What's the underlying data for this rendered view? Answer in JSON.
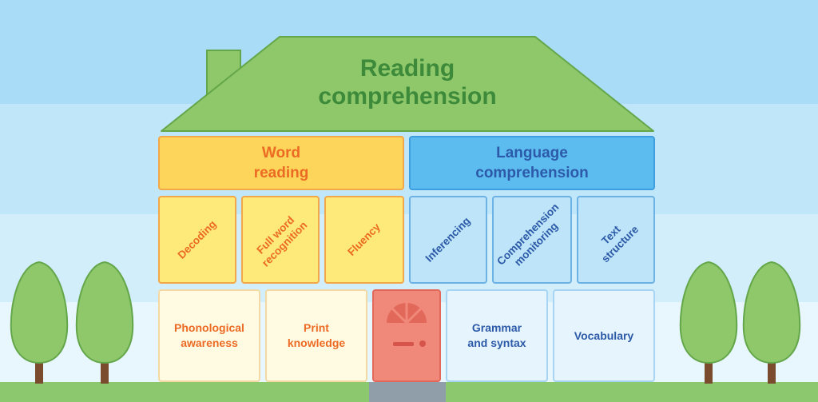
{
  "title": "Reading comprehension",
  "strands": [
    {
      "label": "Word reading",
      "skills": [
        "Decoding",
        "Full word recognition",
        "Fluency"
      ],
      "foundations": [
        "Phonological awareness",
        "Print knowledge"
      ]
    },
    {
      "label": "Language comprehension",
      "skills": [
        "Inferencing",
        "Comprehension monitoring",
        "Text structure"
      ],
      "foundations": [
        "Grammar and syntax",
        "Vocabulary"
      ]
    }
  ],
  "colors": {
    "roof": "#8ec86a",
    "roof_text": "#3d8a3a",
    "word_reading": "#fdd55a",
    "word_reading_text": "#ec6b24",
    "language": "#5cbcf0",
    "language_text": "#2c5aa8",
    "door": "#f0897a",
    "grass": "#8cc86e"
  }
}
